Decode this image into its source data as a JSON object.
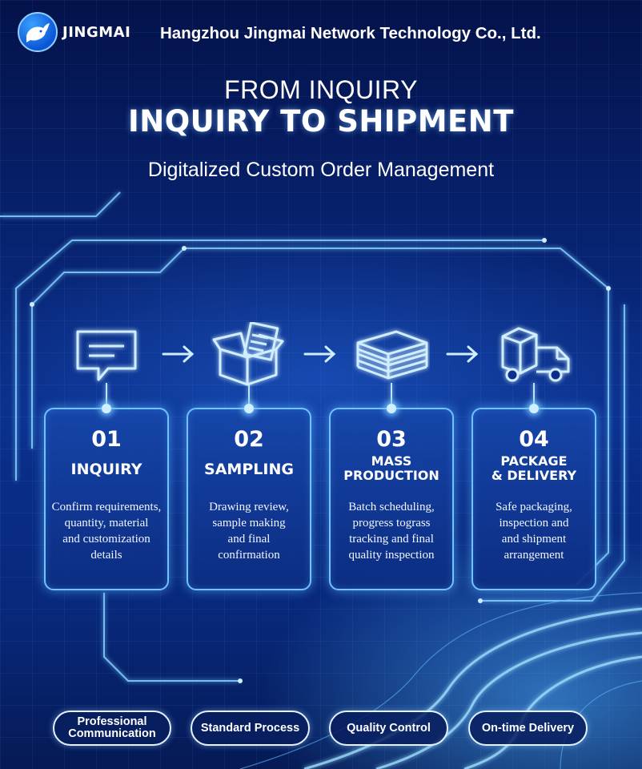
{
  "header": {
    "brand": "JINGMAI",
    "company": "Hangzhou Jingmai Network Technology Co., Ltd."
  },
  "hero": {
    "title_line1": "FROM INQUIRY",
    "title_line2": "INQUIRY TO SHIPMENT",
    "subtitle": "Digitalized Custom Order Management"
  },
  "steps": [
    {
      "number": "01",
      "name_lines": [
        "INQUIRY"
      ],
      "desc_lines": [
        "Confirm requirements,",
        "quantity, material",
        "and customization",
        "details"
      ],
      "icon": "chat-bubble-icon"
    },
    {
      "number": "02",
      "name_lines": [
        "SAMPLING"
      ],
      "desc_lines": [
        "Drawing review,",
        "sample making",
        "and final",
        "confirmation"
      ],
      "icon": "sample-box-icon"
    },
    {
      "number": "03",
      "name_lines": [
        "MASS",
        "PRODUCTION"
      ],
      "desc_lines": [
        "Batch scheduling,",
        "progress tograss",
        "tracking and final",
        "quality inspection"
      ],
      "icon": "stacked-layers-icon"
    },
    {
      "number": "04",
      "name_lines": [
        "PACKAGE",
        "& DELIVERY"
      ],
      "desc_lines": [
        "Safe packaging,",
        "inspection and",
        "and shipment",
        "arrangement"
      ],
      "icon": "delivery-truck-icon"
    }
  ],
  "badges": [
    {
      "lines": [
        "Professional",
        "Communication"
      ]
    },
    {
      "lines": [
        "Standard Process"
      ]
    },
    {
      "lines": [
        "Quality Control"
      ]
    },
    {
      "lines": [
        "On-time Delivery"
      ]
    }
  ],
  "colors": {
    "background": "#0a2f8c",
    "glow": "#6fc3ff",
    "text": "#ffffff"
  }
}
